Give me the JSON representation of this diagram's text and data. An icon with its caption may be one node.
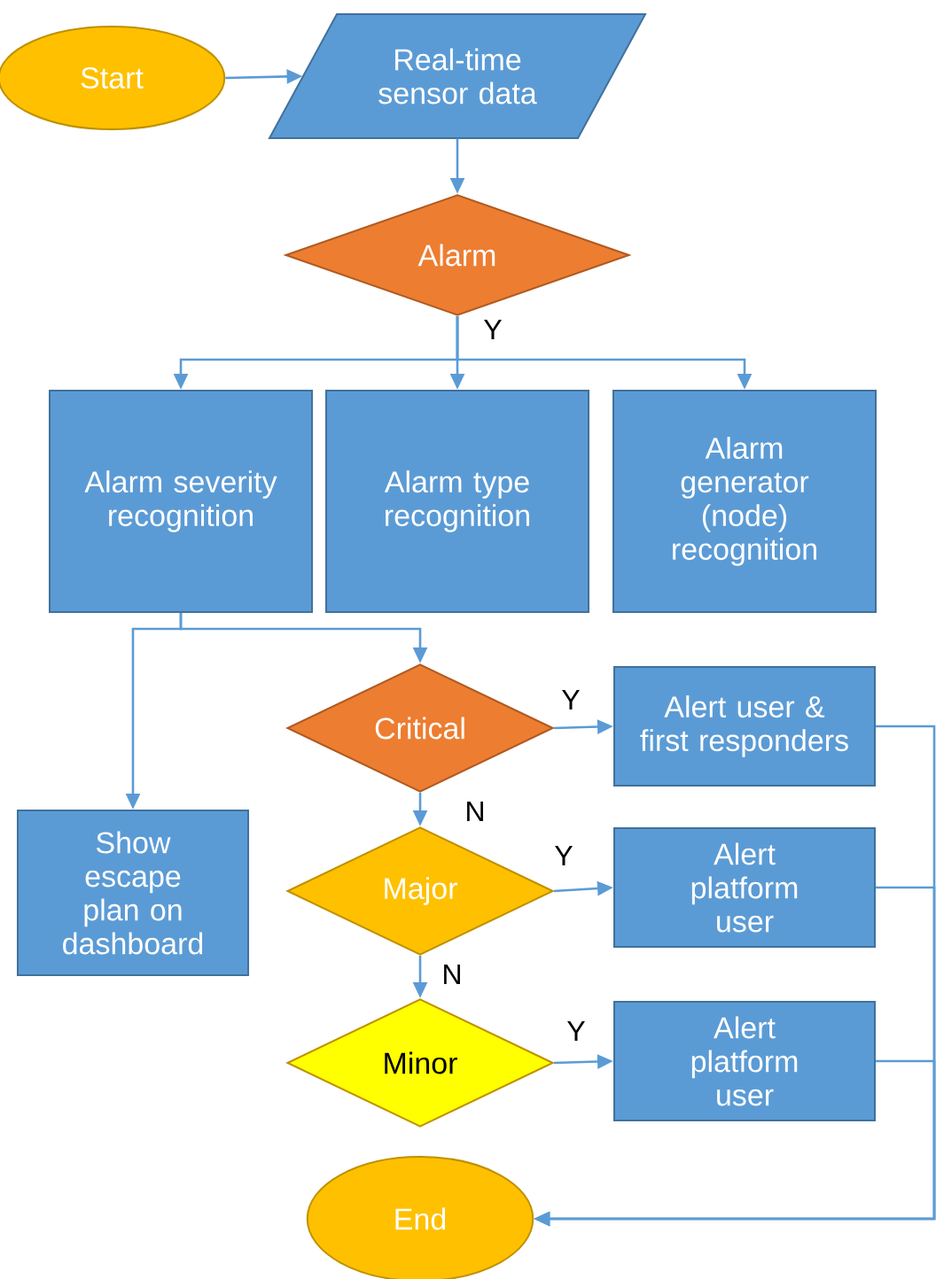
{
  "diagram": {
    "nodes": [
      {
        "text": [
          "Start"
        ]
      },
      {
        "text": [
          "Real-time sensor data"
        ]
      },
      {
        "text": [
          "Alarm"
        ]
      },
      {
        "text": [
          "Alarm severity recognition"
        ]
      },
      {
        "text": [
          "Alarm type recognition"
        ]
      },
      {
        "text": [
          "Alarm generator (node) recognition"
        ]
      },
      {
        "text": [
          "Critical"
        ]
      },
      {
        "text": [
          "Alert user & first responders"
        ]
      },
      {
        "text": [
          "Show escape plan on dashboard"
        ]
      },
      {
        "text": [
          "Major"
        ]
      },
      {
        "text": [
          "Alert platform user"
        ]
      },
      {
        "text": [
          "Minor"
        ]
      },
      {
        "text": [
          "Alert platform user"
        ]
      },
      {
        "text": [
          "End"
        ]
      }
    ],
    "edges": [
      {
        "from": 0,
        "to": 1,
        "arrow": "to"
      },
      {
        "from": 1,
        "to": 2,
        "arrow": "to"
      },
      {
        "from": 2,
        "to": 3,
        "arrow": "to"
      },
      {
        "from": 2,
        "to": 4,
        "arrow": "to",
        "label": "Y"
      },
      {
        "from": 2,
        "to": 5,
        "arrow": "to"
      },
      {
        "from": 3,
        "to": 6,
        "arrow": "to"
      },
      {
        "from": 3,
        "to": 8,
        "arrow": "to"
      },
      {
        "from": 6,
        "to": 7,
        "arrow": "to",
        "label": "Y"
      },
      {
        "from": 6,
        "to": 9,
        "arrow": "to",
        "label": "N"
      },
      {
        "from": 9,
        "to": 10,
        "arrow": "to",
        "label": "Y"
      },
      {
        "from": 9,
        "to": 11,
        "arrow": "to",
        "label": "N"
      },
      {
        "from": 11,
        "to": 12,
        "arrow": "to",
        "label": "Y"
      },
      {
        "from": 7,
        "to": 13,
        "arrow": "to"
      },
      {
        "from": 10,
        "to": 13,
        "arrow": "to"
      },
      {
        "from": 12,
        "to": 13,
        "arrow": "to"
      }
    ]
  }
}
